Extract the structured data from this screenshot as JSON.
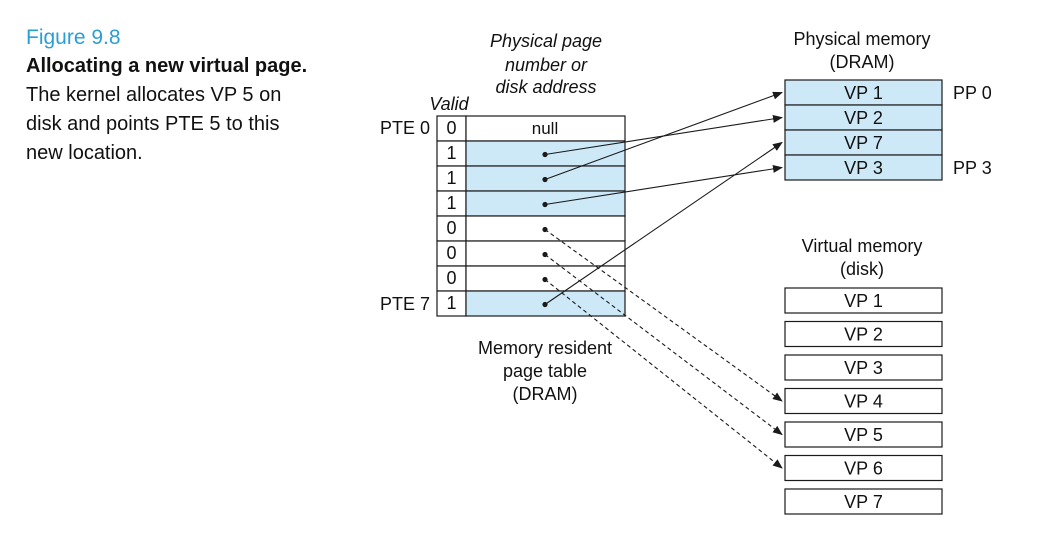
{
  "caption": {
    "figure_label": "Figure 9.8",
    "title": "Allocating a new virtual page.",
    "body": " The kernel allocates VP 5 on disk and points PTE 5 to this new location."
  },
  "page_table": {
    "header_ppn": [
      "Physical page",
      "number or",
      "disk address"
    ],
    "header_valid": "Valid",
    "row_labels": {
      "first": "PTE 0",
      "last": "PTE 7"
    },
    "null_text": "null",
    "footer": [
      "Memory resident",
      "page table",
      "(DRAM)"
    ],
    "rows": [
      {
        "valid": "0",
        "null": true,
        "resident": false
      },
      {
        "valid": "1",
        "null": false,
        "resident": true,
        "target": "VP 2"
      },
      {
        "valid": "1",
        "null": false,
        "resident": true,
        "target": "VP 1"
      },
      {
        "valid": "1",
        "null": false,
        "resident": true,
        "target": "VP 3"
      },
      {
        "valid": "0",
        "null": false,
        "resident": false,
        "target": "VP 4"
      },
      {
        "valid": "0",
        "null": false,
        "resident": false,
        "target": "VP 5"
      },
      {
        "valid": "0",
        "null": false,
        "resident": false,
        "target": "VP 6"
      },
      {
        "valid": "1",
        "null": false,
        "resident": true,
        "target": "VP 7"
      }
    ]
  },
  "physical_memory": {
    "title": [
      "Physical memory",
      "(DRAM)"
    ],
    "pages": [
      {
        "label": "VP 1",
        "pp": "PP 0"
      },
      {
        "label": "VP 2",
        "pp": ""
      },
      {
        "label": "VP 7",
        "pp": ""
      },
      {
        "label": "VP 3",
        "pp": "PP 3"
      }
    ]
  },
  "virtual_memory": {
    "title": [
      "Virtual memory",
      "(disk)"
    ],
    "pages": [
      "VP 1",
      "VP 2",
      "VP 3",
      "VP 4",
      "VP 5",
      "VP 6",
      "VP 7"
    ]
  },
  "colors": {
    "resident_fill": "#cde9f7",
    "caption_accent": "#2a9fd6",
    "stroke": "#1a1a1a"
  }
}
